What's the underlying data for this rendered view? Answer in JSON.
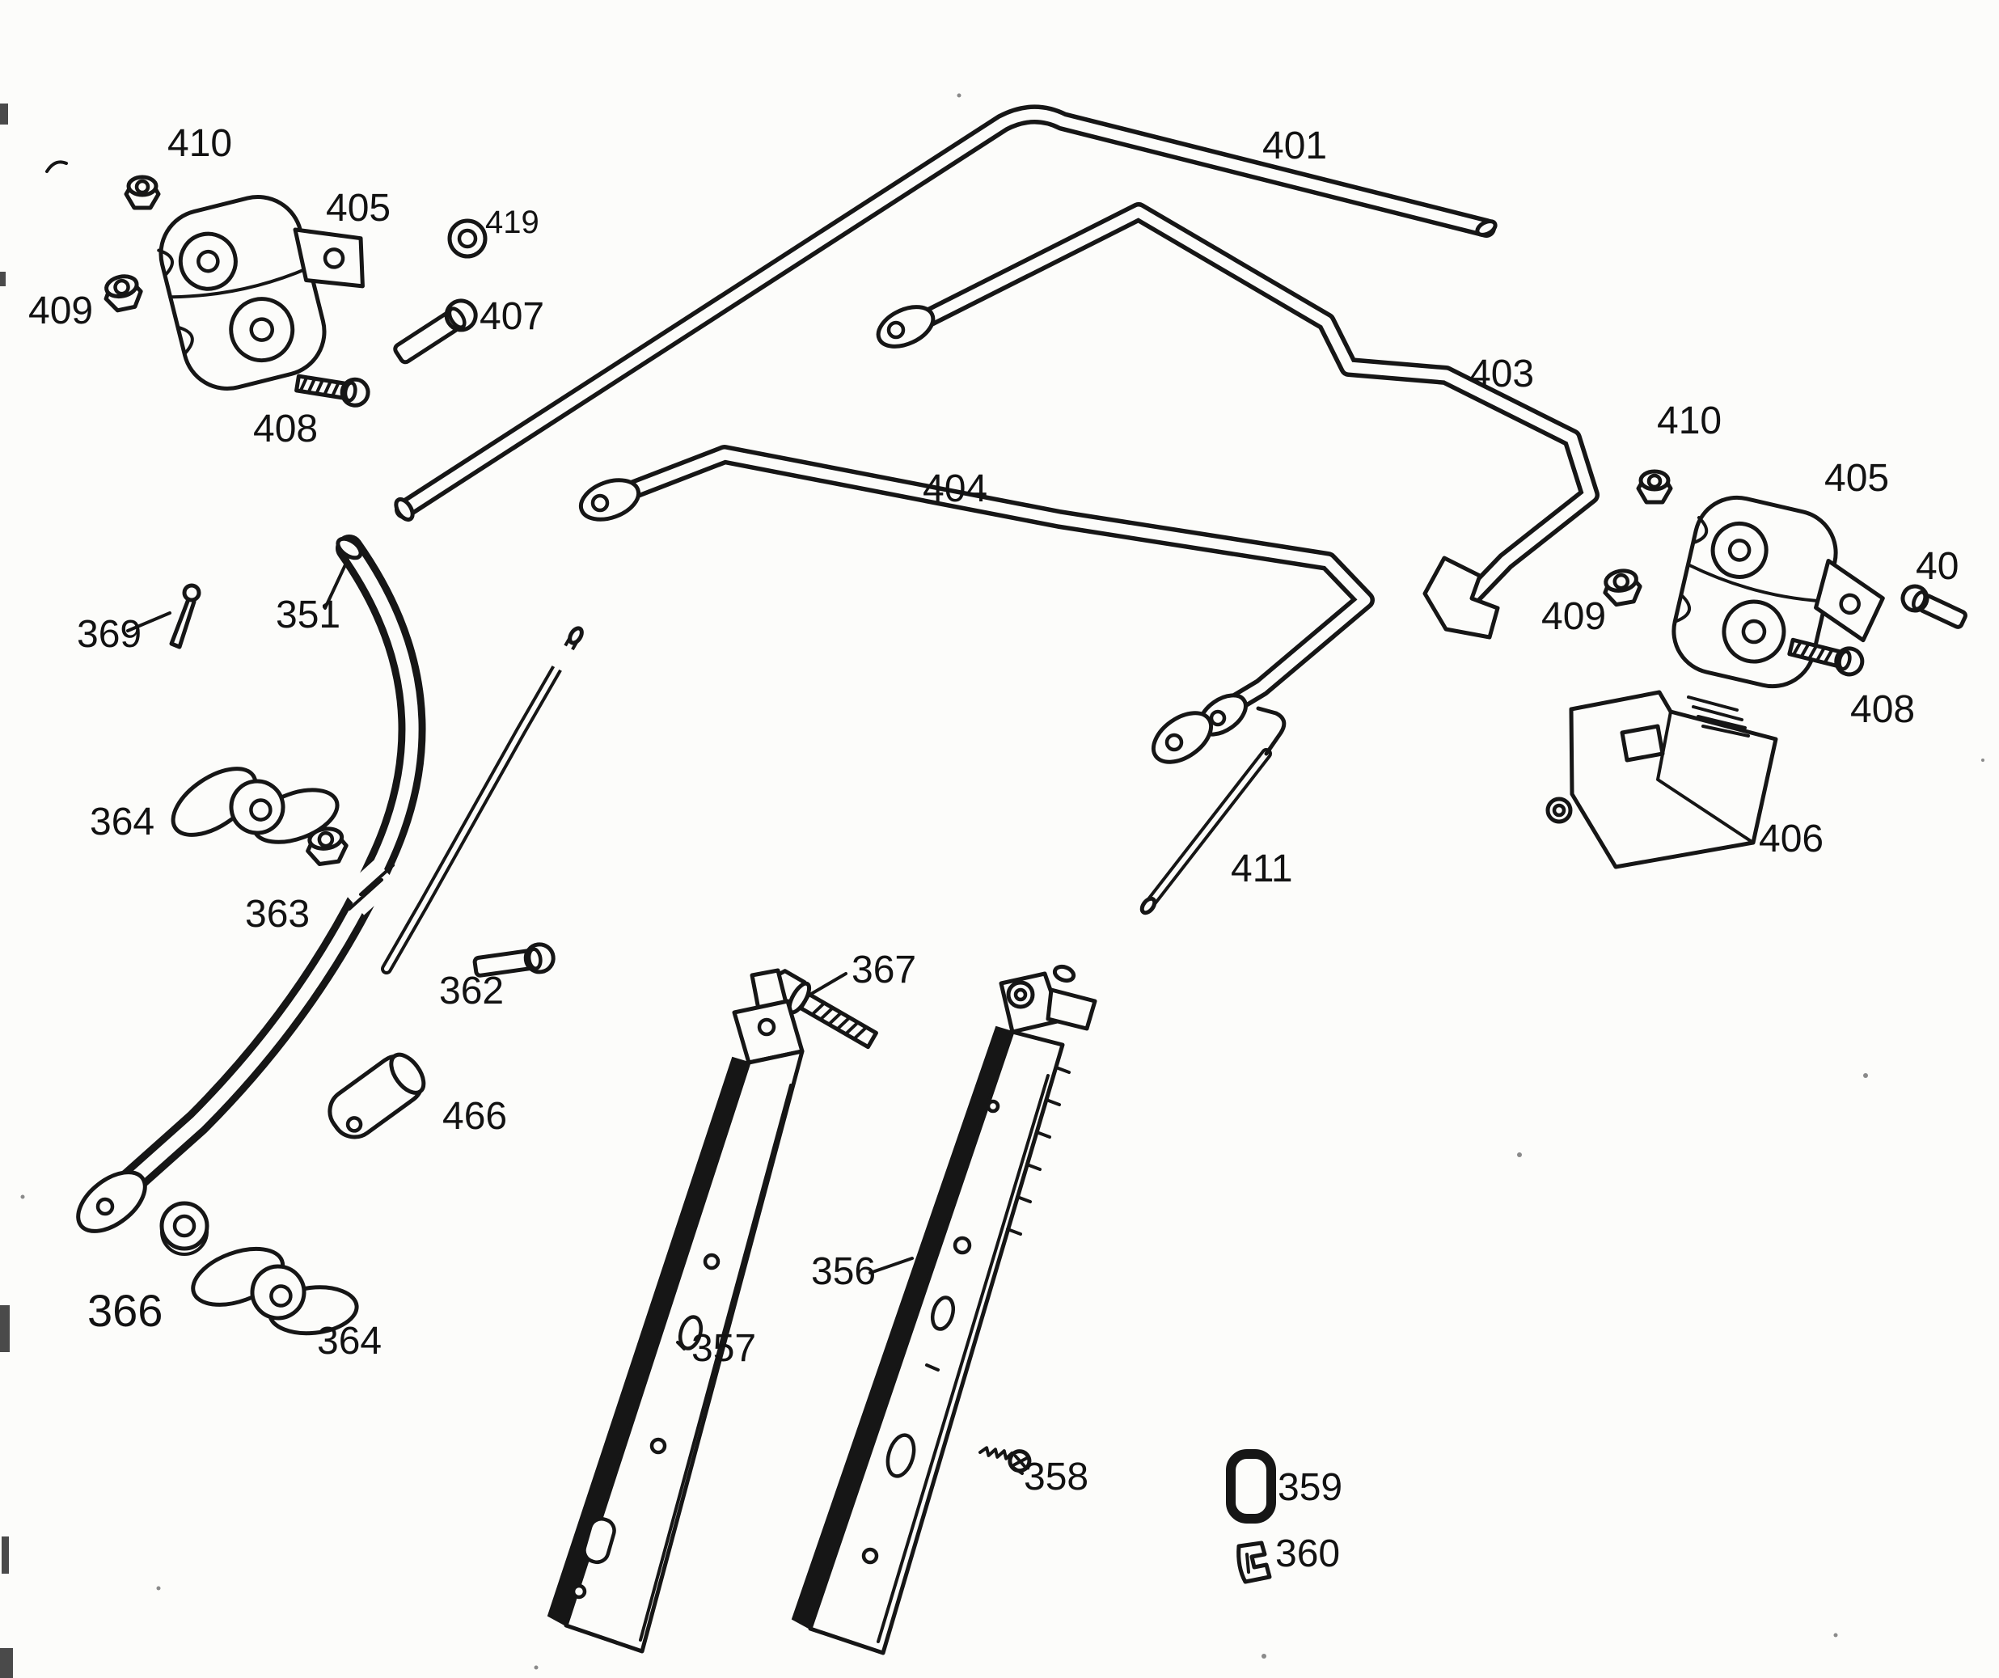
{
  "colors": {
    "paper": "#fcfcfa",
    "ink": "#161616"
  },
  "diagram": {
    "labels": {
      "l401": "401",
      "l403": "403",
      "l404": "404",
      "l405a": "405",
      "l405b": "405",
      "l406": "406",
      "l407": "407",
      "l408a": "408",
      "l408b": "408",
      "l409a": "409",
      "l409b": "409",
      "l410a": "410",
      "l410b": "410",
      "l411": "411",
      "l419": "419",
      "l40": "40",
      "l351": "351",
      "l356": "356",
      "l357": "357",
      "l358": "358",
      "l359": "359",
      "l360": "360",
      "l362": "362",
      "l363": "363",
      "l364a": "364",
      "l364b": "364",
      "l366": "366",
      "l367": "367",
      "l369": "369",
      "l466": "466"
    }
  }
}
